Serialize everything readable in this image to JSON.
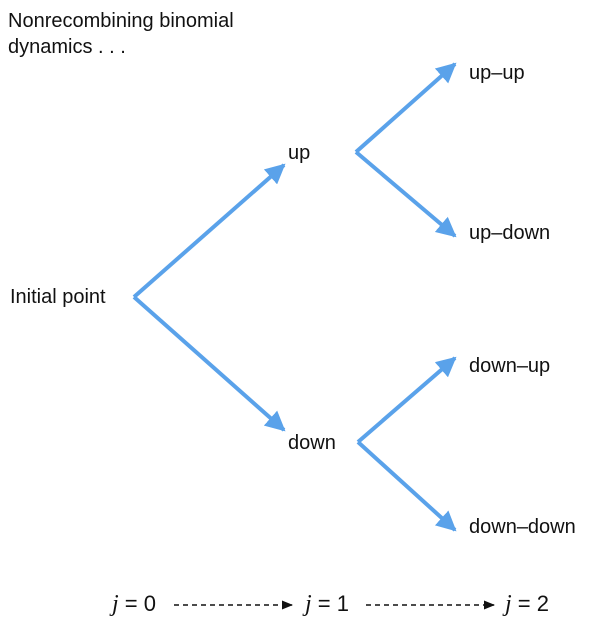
{
  "title": {
    "line1": "Nonrecombining binomial",
    "line2": "dynamics . . ."
  },
  "nodes": {
    "initial": "Initial point",
    "up": "up",
    "down": "down",
    "up_up": "up–up",
    "up_down": "up–down",
    "down_up": "down–up",
    "down_down": "down–down"
  },
  "steps": {
    "variable": "j",
    "eq": " = ",
    "t0": "0",
    "t1": "1",
    "t2": "2"
  },
  "colors": {
    "arrow": "#5aa2ea",
    "text": "#111111"
  }
}
